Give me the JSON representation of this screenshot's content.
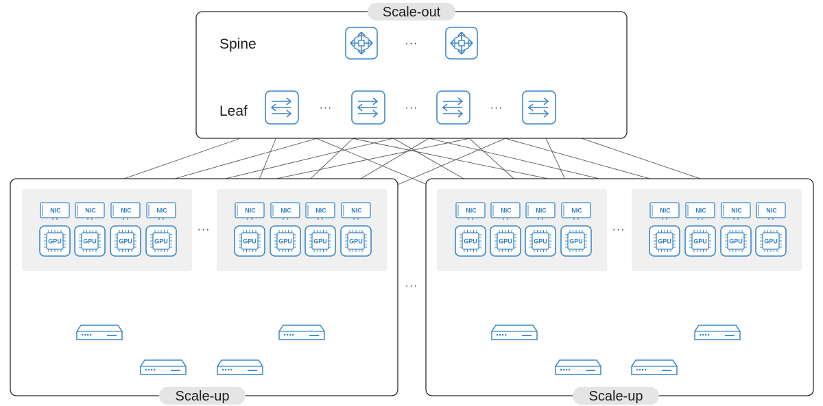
{
  "labels": {
    "scale_out": "Scale-out",
    "scale_up": "Scale-up",
    "spine": "Spine",
    "leaf": "Leaf",
    "nic": "NIC",
    "gpu": "GPU",
    "ellipsis": "···"
  },
  "colors": {
    "accent": "#3a86c8",
    "wire": "#555555",
    "group_bg": "#f0f0f0",
    "pill_bg": "#e4e4e4"
  },
  "icons": {
    "spine": "spine-router-icon",
    "leaf": "leaf-switch-icon",
    "nic": "nic-card-icon",
    "gpu": "gpu-chip-icon",
    "scale_up_switch": "rack-switch-icon"
  }
}
